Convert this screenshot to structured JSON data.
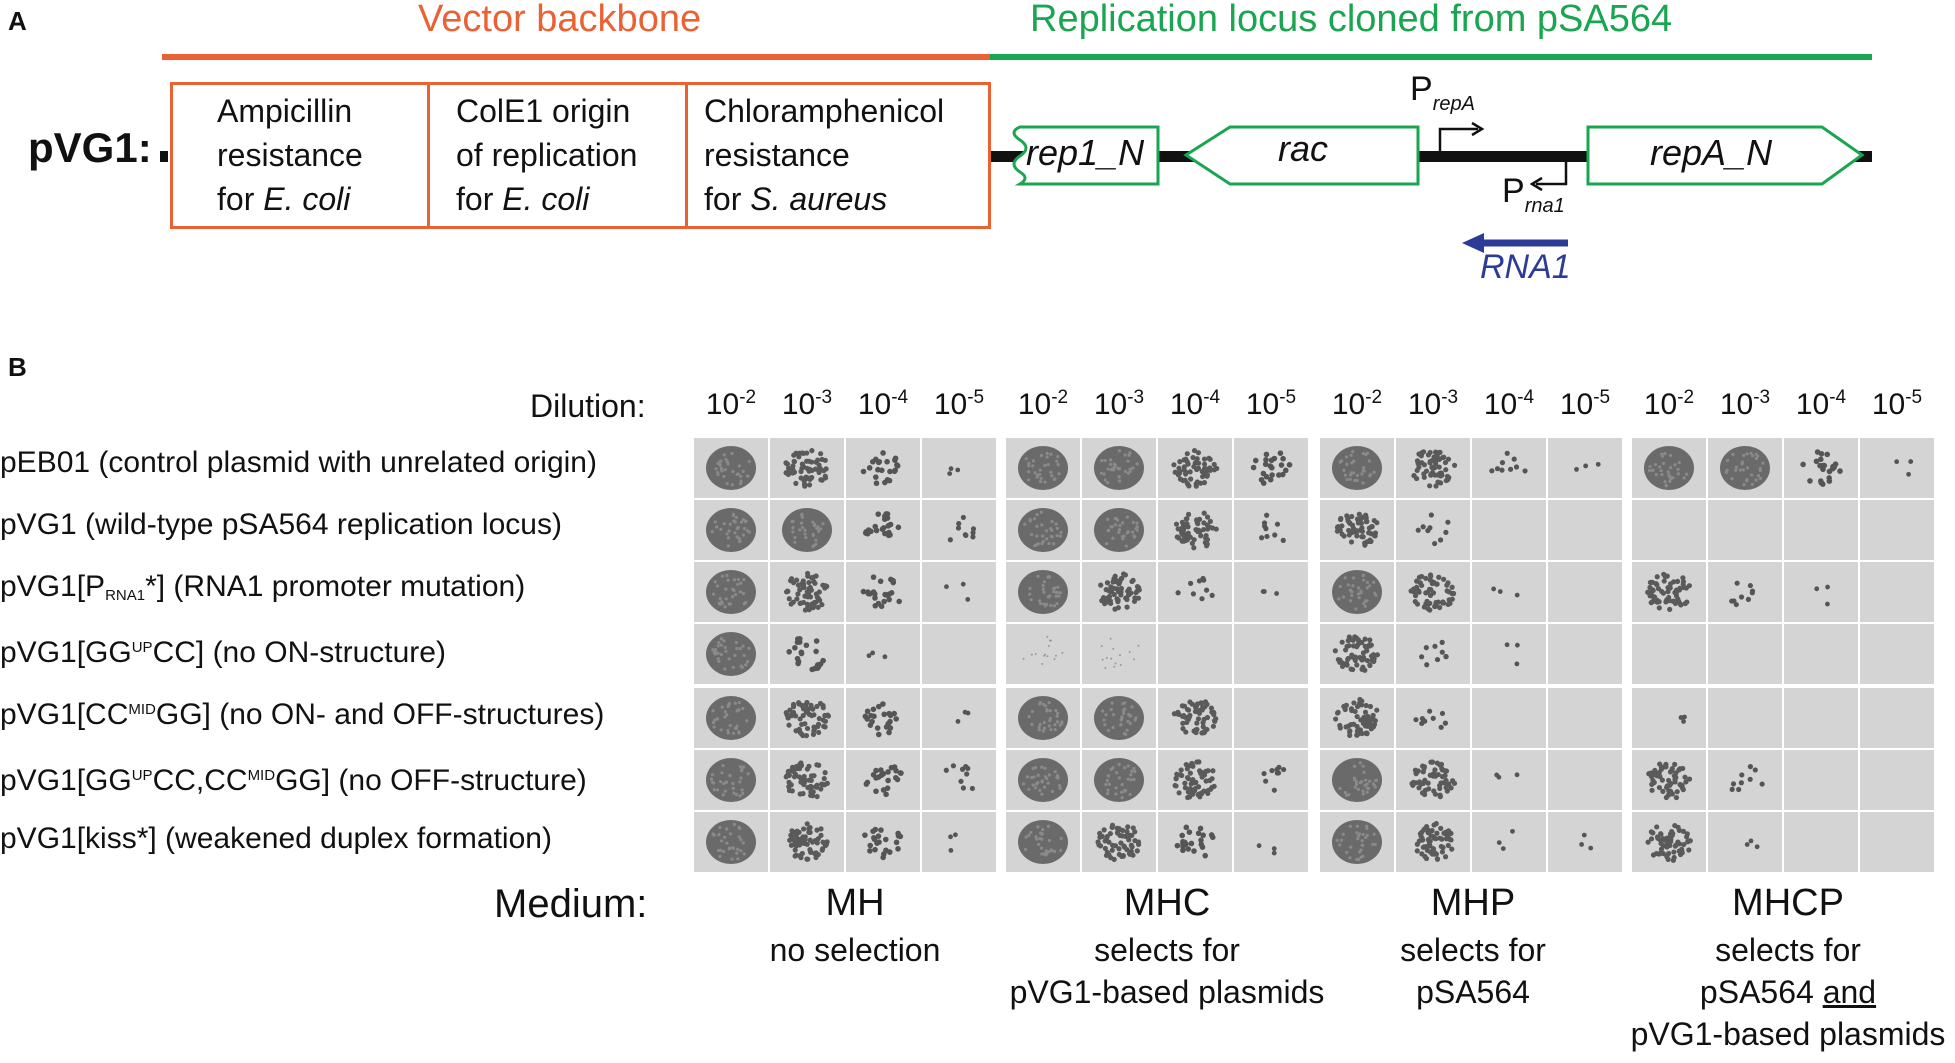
{
  "panel_a": {
    "letter": "A",
    "header_left": "Vector backbone",
    "header_right": "Replication locus cloned from pSA564",
    "plasmid_label": "pVG1:",
    "colors": {
      "vector": "#ea6234",
      "locus": "#1aa551",
      "rna1": "#2c3b97",
      "backbone_line": "#111111"
    },
    "boxes": [
      {
        "lines": [
          "Ampicillin",
          "resistance",
          "for "
        ],
        "italic_tail": "E. coli"
      },
      {
        "lines": [
          "ColE1 origin",
          "of replication",
          "for "
        ],
        "italic_tail": "E. coli"
      },
      {
        "lines": [
          "Chloramphenicol",
          "resistance",
          "for "
        ],
        "italic_tail": "S. aureus"
      }
    ],
    "genes": [
      "rep1_N",
      "rac",
      "repA_N"
    ],
    "promoters": [
      {
        "letter": "P",
        "sub": "repA"
      },
      {
        "letter": "P",
        "sub": "rna1"
      }
    ],
    "rna": "RNA1"
  },
  "panel_b": {
    "letter": "B",
    "dilution_label": "Dilution:",
    "dilutions": [
      {
        "base": "10",
        "exp": "-2"
      },
      {
        "base": "10",
        "exp": "-3"
      },
      {
        "base": "10",
        "exp": "-4"
      },
      {
        "base": "10",
        "exp": "-5"
      }
    ],
    "rows": [
      {
        "pre": "pEB01 (control plasmid with unrelated origin)"
      },
      {
        "pre": "pVG1 (wild-type pSA564 replication locus)"
      },
      {
        "pre": "pVG1[P",
        "sub": "RNA1",
        "post": "*] (RNA1 promoter mutation)"
      },
      {
        "pre": "pVG1[GG",
        "sup": "UP",
        "post": "CC] (no ON-structure)"
      },
      {
        "pre": "pVG1[CC",
        "sup": "MID",
        "post": "GG] (no ON- and OFF-structures)"
      },
      {
        "pre": "pVG1[GG",
        "sup": "UP",
        "post": "CC,CC",
        "sup2": "MID",
        "post2": "GG] (no OFF-structure)"
      },
      {
        "pre": "pVG1[kiss*] (weakened duplex formation)"
      }
    ],
    "medium_label": "Medium:",
    "media": [
      {
        "name": "MH",
        "desc": [
          "no selection"
        ]
      },
      {
        "name": "MHC",
        "desc": [
          "selects for",
          "pVG1-based plasmids"
        ]
      },
      {
        "name": "MHP",
        "desc": [
          "selects for",
          "pSA564"
        ]
      },
      {
        "name": "MHCP",
        "desc_line1": "selects for",
        "desc_line2_a": "pSA564",
        "desc_line2_u": "and",
        "desc_line3": "pVG1-based plasmids"
      }
    ],
    "growth_grid_note_levels": "spot level per medium/row/dilution: 4 confluent, 3 dense, 2 many colonies, 1 few colonies, 0.5 faint haze, 0 none",
    "growth": [
      [
        [
          4,
          3,
          2,
          1
        ],
        [
          4,
          4,
          3,
          2
        ],
        [
          4,
          3,
          1.5,
          1
        ],
        [
          4,
          4,
          2,
          1
        ]
      ],
      [
        [
          4,
          4,
          2,
          1.5
        ],
        [
          4,
          4,
          3,
          1.5
        ],
        [
          3,
          1.5,
          0,
          0
        ],
        [
          0,
          0,
          0,
          0
        ]
      ],
      [
        [
          4,
          3,
          2,
          1
        ],
        [
          4,
          3,
          1.5,
          1
        ],
        [
          4,
          3,
          1,
          0
        ],
        [
          3,
          1.5,
          1,
          0
        ]
      ],
      [
        [
          4,
          2,
          1,
          0
        ],
        [
          0.5,
          0.5,
          0,
          0
        ],
        [
          3,
          1.5,
          1,
          0
        ],
        [
          0,
          0,
          0,
          0
        ]
      ],
      [
        [
          4,
          3,
          2,
          1
        ],
        [
          4,
          4,
          3,
          0
        ],
        [
          3,
          1.5,
          0,
          0
        ],
        [
          1,
          0,
          0,
          0
        ]
      ],
      [
        [
          4,
          3,
          2,
          1.5
        ],
        [
          4,
          4,
          3,
          1.5
        ],
        [
          4,
          3,
          1,
          0
        ],
        [
          3,
          1.5,
          0,
          0
        ]
      ],
      [
        [
          4,
          3,
          2,
          1
        ],
        [
          4,
          3,
          2,
          1
        ],
        [
          4,
          3,
          1,
          1
        ],
        [
          3,
          1,
          0,
          0
        ]
      ]
    ]
  }
}
